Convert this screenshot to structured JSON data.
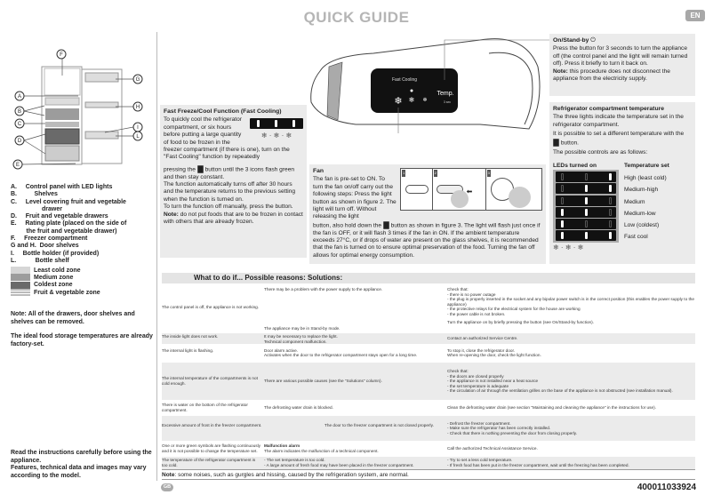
{
  "header": {
    "title": "QUICK GUIDE",
    "language": "EN"
  },
  "diagram": {
    "labels": [
      "F",
      "G",
      "A",
      "H",
      "B",
      "I",
      "C",
      "L",
      "D",
      "E"
    ]
  },
  "legend": [
    "A.     Control panel with LED lights",
    "B.          Shelves",
    "C.     Level covering fruit and vegetable",
    "                  drawer",
    "D.     Fruit and vegetable drawers",
    "E.     Rating plate (placed on the side of",
    "         the fruit and vegetable drawer)",
    "F.     Freezer compartment",
    "G and H.  Door shelves",
    "I.     Bottle holder (if provided)",
    "L.           Bottle shelf"
  ],
  "zones": [
    {
      "label": "Least cold zone",
      "color": "#d6d6d6"
    },
    {
      "label": "Medium zone",
      "color": "#9c9c9c"
    },
    {
      "label": "Coldest zone",
      "color": "#6a6a6a"
    },
    {
      "label": "Fruit & vegetable zone",
      "color": "#b8b8b8"
    }
  ],
  "left_notes": {
    "drawers": "Note: All of the drawers, door shelves and shelves can be removed.",
    "ideal": "The ideal food storage temperatures are already factory-set.",
    "read": "Read the instructions carefully before using the appliance.",
    "features": "Features, technical data and images may vary according to the model."
  },
  "control_panel": {
    "fast_cooling": "Fast Cooling",
    "temp": "Temp.",
    "standby": "3 sec"
  },
  "fast_freeze": {
    "title": "Fast Freeze/Cool Function (Fast Cooling)",
    "p1a": "To quickly cool the refrigerator compartment, or six hours before putting a large quantity of food to be frozen in the freezer compartment (if there is one), turn on the \"Fast Cooling\" function by repeatedly",
    "p1b_pre": "pressing the",
    "p1b_post": "button until the 3 icons flash green and then stay constant.",
    "p2": "The function automatically turns off after 30 hours and the temperature returns to the previous setting when the function is turned on.",
    "p3": "To turn the function off manually, press the button.",
    "note_label": "Note:",
    "note": " do not put foods that are to be frozen in contact with others that are already frozen."
  },
  "fan": {
    "title": "Fan",
    "p1": "The fan is pre-set to ON. To turn the fan on/off carry out the following steps: Press the light button as shown in figure 2. The light will turn off. Without releasing the light",
    "p2_pre": "button, also hold down the",
    "p2_post": "button as shown in figure 3. The light will flash just once if the fan is OFF, or it will flash 3 times if the fan in ON. If the ambient temperature exceeds 27°C, or if drops of water are present on the glass shelves, it is recommended that the fan is turned on to ensure optimal preservation of the food. Turning the fan off allows for optimal energy consumption.",
    "figures": [
      "1",
      "2",
      "3"
    ]
  },
  "standby": {
    "title": "On/Stand-by",
    "p1": "Press the button for 3 seconds to turn the appliance off (the control panel and the light will remain turned off). Press it briefly to turn it back on.",
    "note_label": "Note:",
    "note": " this procedure does not disconnect the appliance from the electricity supply."
  },
  "fridge_temp": {
    "title": "Refrigerator compartment temperature",
    "p1": "The three lights indicate the temperature set in the refrigerator compartment.",
    "p2_pre": "It is possible to set a different temperature with the",
    "p2_post": "button.",
    "p3": "The possible controls are as follows:",
    "col1": "LEDs turned on",
    "col2": "Temperature set",
    "settings": [
      {
        "label": "High (least cold)",
        "leds": [
          0,
          0,
          1
        ]
      },
      {
        "label": "Medium-high",
        "leds": [
          0,
          1,
          1
        ]
      },
      {
        "label": "Medium",
        "leds": [
          0,
          1,
          0
        ]
      },
      {
        "label": "Medium-low",
        "leds": [
          1,
          1,
          0
        ]
      },
      {
        "label": "Low (coldest)",
        "leds": [
          1,
          0,
          0
        ]
      },
      {
        "label": "Fast cool",
        "leds": [
          1,
          1,
          1
        ]
      }
    ]
  },
  "troubleshooting": {
    "header": "What to do if...  Possible reasons: Solutions:",
    "rows": [
      {
        "problem": "The control panel is off, the appliance is not working.",
        "reasons": [
          "There may be a problem with the power supply to the appliance.",
          "The appliance may be in Stand-by mode."
        ],
        "solutions": [
          "Check that:",
          "- there is no power outage",
          "- the plug is properly inserted in the socket and any bipolar power switch is in the correct position (this enables the power supply to the appliance)",
          "- the protective relays for the electrical system for the house are working",
          "- the power cable is not broken.",
          "Turn the appliance on by briefly pressing the button (see On/Stand-by function)."
        ]
      },
      {
        "problem": "The inside light does not work.",
        "reasons": [
          "It may be necessary to replace the light.",
          "Technical component malfunction."
        ],
        "solutions": [
          "Contact an authorized Service Centre."
        ]
      },
      {
        "problem": "The internal light is flashing.",
        "reasons": [
          "Door alarm active.",
          "Activates when the door to the refrigerator compartment stays open for a long time."
        ],
        "solutions": [
          "To stop it, close the refrigerator door.",
          "When re-opening the door, check the light function."
        ]
      },
      {
        "problem": "The internal temperature of the compartments is not cold enough.",
        "reasons": [
          "There are various possible causes (see the \"Solutions\" column)."
        ],
        "solutions": [
          "Check that:",
          "- the doors are closed properly",
          "- the appliance is not installed near a heat source",
          "- the set temperature is adequate",
          "- the circulation of air through the ventilation grilles on the base of the appliance is not obstructed (see installation manual)."
        ]
      },
      {
        "problem": "There is water on the bottom of the refrigerator compartment.",
        "reasons": [
          "The defrosting water drain is blocked."
        ],
        "solutions": [
          "Clean the defrosting water drain (see section \"Maintaining and cleaning the appliance\" in the instructions for use)."
        ]
      },
      {
        "problem": "Excessive amount of frost in the freezer compartment.",
        "reasons": [
          "The door to the freezer compartment is not closed properly."
        ],
        "solutions": [
          "- Defrost the freezer compartment.",
          "- Make sure the refrigerator has been correctly installed.",
          "- Check that there is nothing preventing the door from closing properly."
        ]
      },
      {
        "problem": "One or more green symbols are flashing continuously and it is not possible to change the temperature set.",
        "reason_title": "Malfunction alarm",
        "reasons": [
          "The alarm indicates the malfunction of a technical component."
        ],
        "solutions": [
          "Call the authorized Technical Assistance Service."
        ]
      },
      {
        "problem": "The temperature of the refrigerator compartment is too cold.",
        "reasons": [
          "- The set temperature is too cold.",
          "- A large amount of fresh food may have been placed in the freezer compartment."
        ],
        "solutions": [
          "- Try to set a less cold temperature.",
          "- If fresh food has been put in the freezer compartment, wait until the freezing has been completed."
        ]
      }
    ]
  },
  "footer": {
    "note_label": "Note",
    "note": ": some noises, such as gurgles and hissing, caused by the refrigeration system, are normal.",
    "country": "GB",
    "code": "400011033924"
  }
}
